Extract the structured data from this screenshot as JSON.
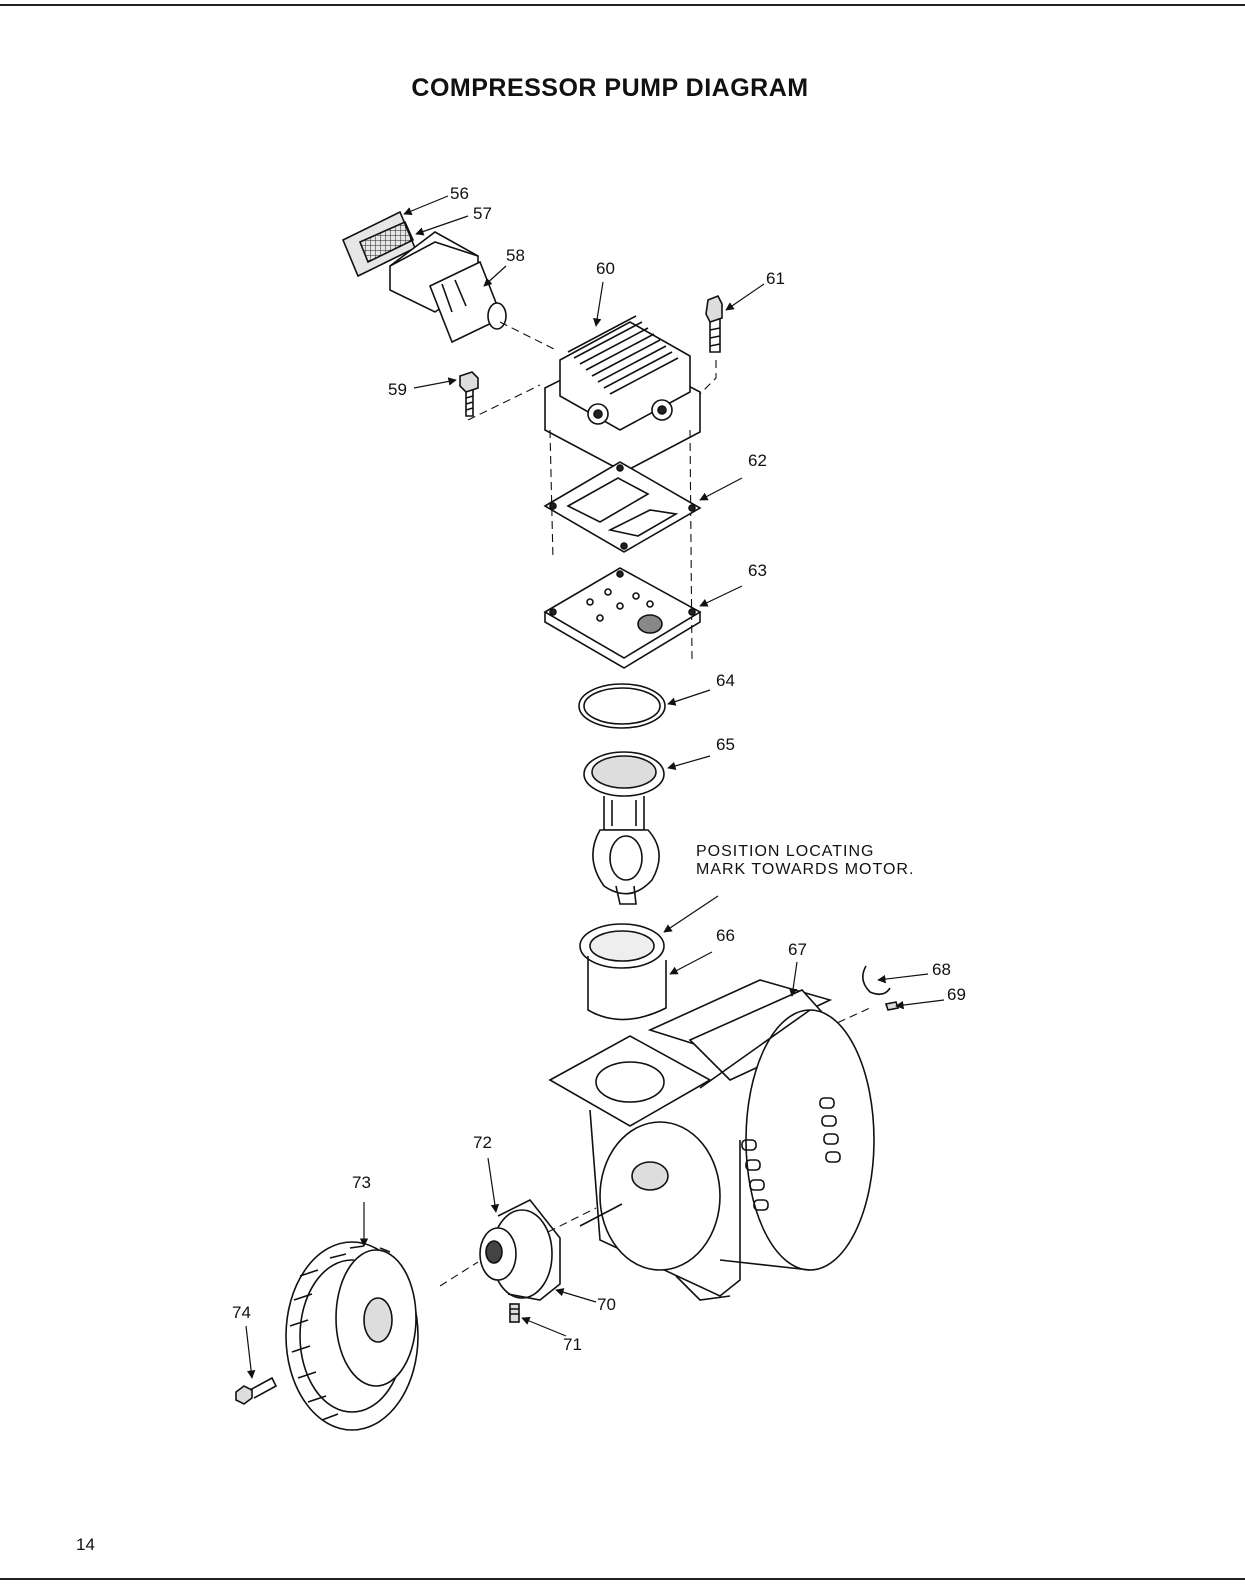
{
  "page": {
    "title": "COMPRESSOR PUMP DIAGRAM",
    "page_number": "14"
  },
  "note": {
    "line1": "POSITION LOCATING",
    "line2": "MARK TOWARDS MOTOR."
  },
  "parts": {
    "p56": "56",
    "p57": "57",
    "p58": "58",
    "p59": "59",
    "p60": "60",
    "p61": "61",
    "p62": "62",
    "p63": "63",
    "p64": "64",
    "p65": "65",
    "p66": "66",
    "p67": "67",
    "p68": "68",
    "p69": "69",
    "p70": "70",
    "p71": "71",
    "p72": "72",
    "p73": "73",
    "p74": "74"
  }
}
